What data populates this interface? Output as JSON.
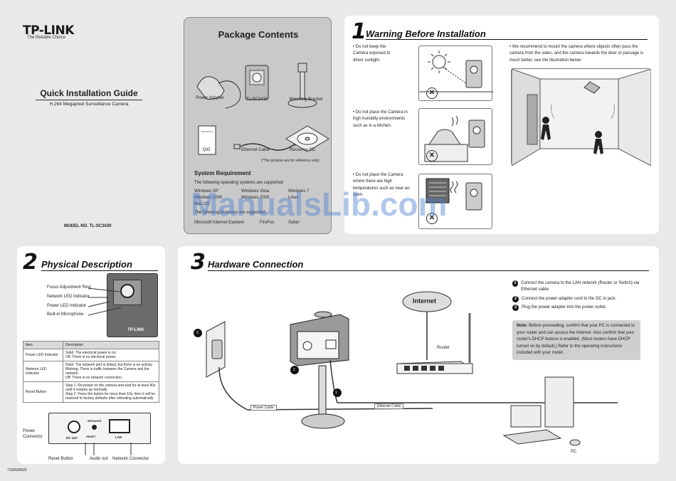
{
  "cover": {
    "logo": "TP-LINK",
    "tagline": "The Reliable Choice",
    "title": "Quick Installation Guide",
    "subtitle": "H.264 Megapixel Surveillance Camera",
    "model": "MODEL NO. TL-SC3430",
    "code": "7106504022"
  },
  "package": {
    "title": "Package Contents",
    "items": [
      "Power Adapter",
      "TL-SC3430",
      "Mounting Bracket",
      "QIG",
      "Ethernet Cable",
      "Resource CD"
    ],
    "note": "(*The pictures are for reference only)",
    "sysreq_title": "System Requirement",
    "sysreq_intro": "The following operating systems are supported:",
    "os": [
      "Windows XP",
      "Windows Vista",
      "Windows 7",
      "Windows 2000",
      "Windows 2003",
      "Linux",
      "Mac OS"
    ],
    "browsers_intro": "The following browsers are supported:",
    "browsers": [
      "Microsoft Internet Explorer",
      "FireFox",
      "Safari"
    ]
  },
  "warning": {
    "num": "1",
    "title": "Warning Before Installation",
    "items": [
      "Do not keep the Camera exposed to direct sunlight.",
      "Do not place the Camera in high humidity environments such as in a kitchen.",
      "Do not place the Camera where there are high temperatures such as near an oven."
    ],
    "recommend": "We recommend to mount the camera where objects often pass the camera from the sides, and the camera towards the door or passage is much better, see the illustration below:"
  },
  "physical": {
    "num": "2",
    "title": "Physical Description",
    "labels": [
      "Focus Adjustment Ring",
      "Network LED Indicator",
      "Power LED Indicator",
      "Built-in Microphone"
    ],
    "camera_brand": "TP-LINK",
    "table_headers": [
      "Item",
      "Description"
    ],
    "rows": [
      {
        "item": "Power LED Indicator",
        "desc": [
          "Solid: The electrical power is on.",
          "Off: There is no electrical power."
        ]
      },
      {
        "item": "Network LED Indicator",
        "desc": [
          "Solid: The network port is linked, but there is no activity.",
          "Blinking: There is traffic between the Camera and the network.",
          "Off: There is no network connection."
        ]
      },
      {
        "item": "Reset Button",
        "desc": [
          "Step 1: Re-power on the camera and wait for at least 40s until it restarts up normally.",
          "Step 2: Press the button for more than 10s, then it will be restored to factory defaults after rebooting automatically."
        ]
      }
    ],
    "rear": {
      "power_connector": "Power Connector",
      "dc": "DC 12V",
      "speaker": "SPEAKER",
      "reset": "RESET",
      "lan": "LAN",
      "reset_button": "Reset Button",
      "audio_out": "Audio out",
      "network_connector": "Network Connector"
    }
  },
  "hardware": {
    "num": "3",
    "title": "Hardware Connection",
    "steps": [
      "Connect the camera to the LAN network (Router or Switch) via Ethernet cable.",
      "Connect the power adapter cord to the DC in jack.",
      "Plug the power adapter into the power outlet."
    ],
    "note_label": "Note:",
    "note": "Before proceeding, confirm that your PC is connected to your router and can access the Internet. Also confirm that your router's DHCP feature is enabled. (Most routers have DHCP turned on by default.) Refer to the operating instructions included with your router.",
    "internet": "Internet",
    "router": "Router",
    "pc": "PC",
    "power_cable": "Power Cable",
    "ethernet_cable": "Ethernet Cable",
    "markers": [
      "1",
      "2",
      "3"
    ]
  },
  "watermark": "ManualsLib.com"
}
